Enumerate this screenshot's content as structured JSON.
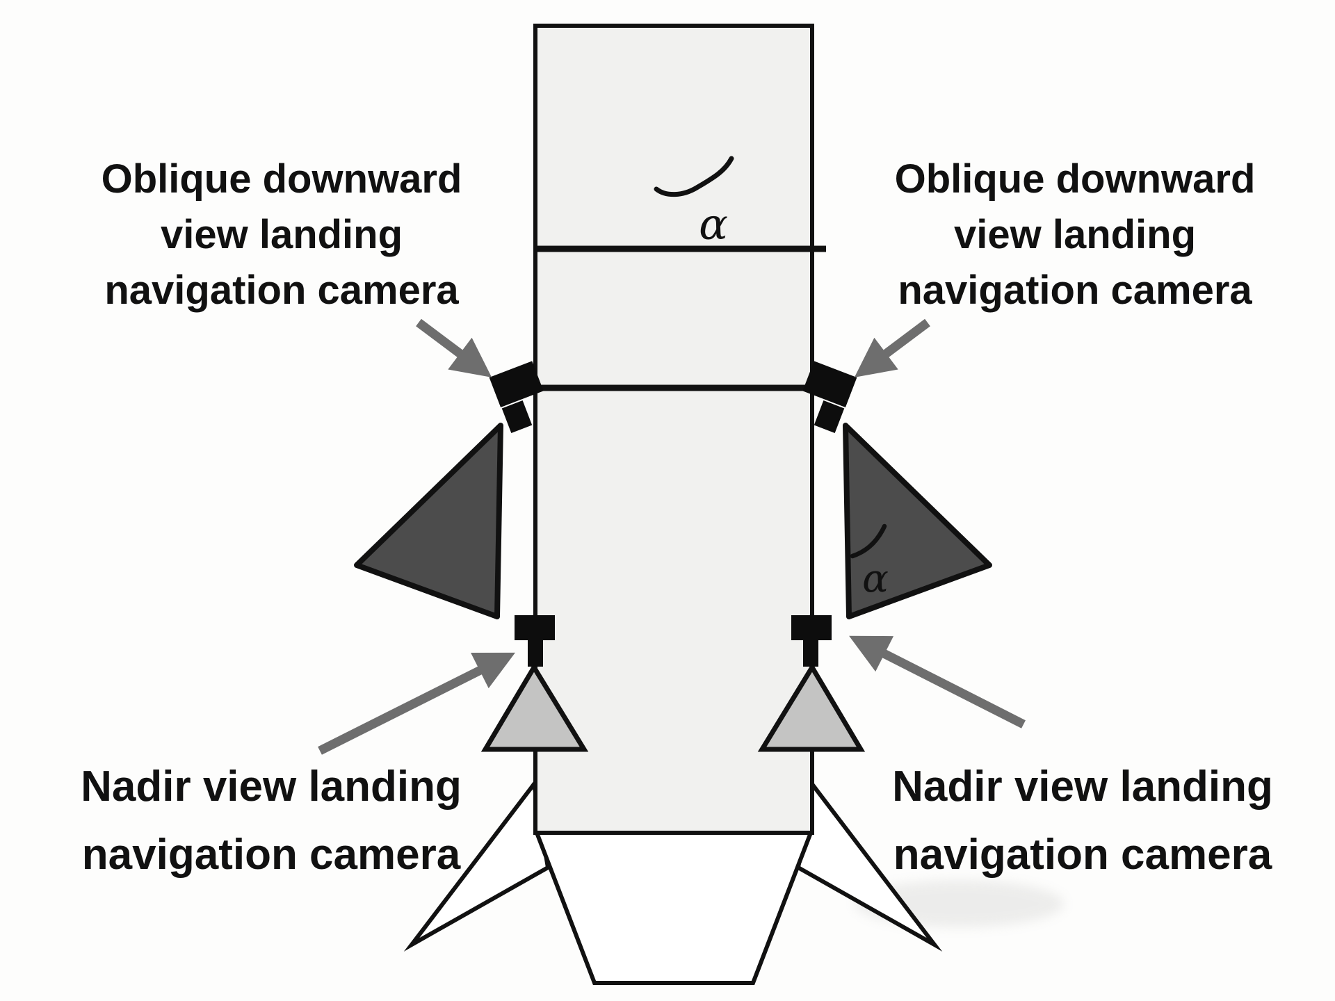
{
  "diagram": {
    "labels": {
      "oblique_left": {
        "lines": [
          "Oblique downward",
          "view landing",
          "navigation camera"
        ]
      },
      "oblique_right": {
        "lines": [
          "Oblique downward",
          "view landing",
          "navigation camera"
        ]
      },
      "nadir_left": {
        "lines": [
          "Nadir view landing",
          "navigation camera"
        ]
      },
      "nadir_right": {
        "lines": [
          "Nadir view landing",
          "navigation camera"
        ]
      }
    },
    "symbols": {
      "alpha_top": "α",
      "alpha_fov": "α"
    }
  },
  "colors": {
    "background": "#fdfdfc",
    "body_fill": "#f1f1ef",
    "outline": "#111111",
    "fov_dark": "#4c4c4c",
    "fov_light": "#c4c4c3",
    "camera": "#0d0d0d",
    "arrow": "#6e6e6e",
    "text": "#111111"
  }
}
